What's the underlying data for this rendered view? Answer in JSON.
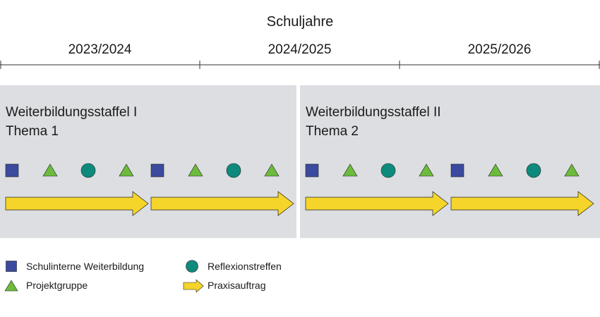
{
  "header": {
    "title": "Schuljahre"
  },
  "years": [
    "2023/2024",
    "2024/2025",
    "2025/2026"
  ],
  "colors": {
    "square": "#3b4a9e",
    "triangle": "#6cbb3c",
    "circle": "#0e8a7d",
    "arrow": "#f5d52a",
    "block_bg": "#dcdee1"
  },
  "blocks": [
    {
      "title": "Weiterbildungsstaffel I",
      "subtitle": "Thema 1",
      "sequence": [
        "square",
        "triangle",
        "circle",
        "triangle",
        "square",
        "triangle",
        "circle",
        "triangle"
      ],
      "arrows": 2
    },
    {
      "title": "Weiterbildungsstaffel II",
      "subtitle": "Thema 2",
      "sequence": [
        "square",
        "triangle",
        "circle",
        "triangle",
        "square",
        "triangle",
        "circle",
        "triangle"
      ],
      "arrows": 2
    }
  ],
  "legend": {
    "square": "Schulinterne Weiterbildung",
    "triangle": "Projektgruppe",
    "circle": "Reflexionstreffen",
    "arrow": "Praxisauftrag"
  }
}
